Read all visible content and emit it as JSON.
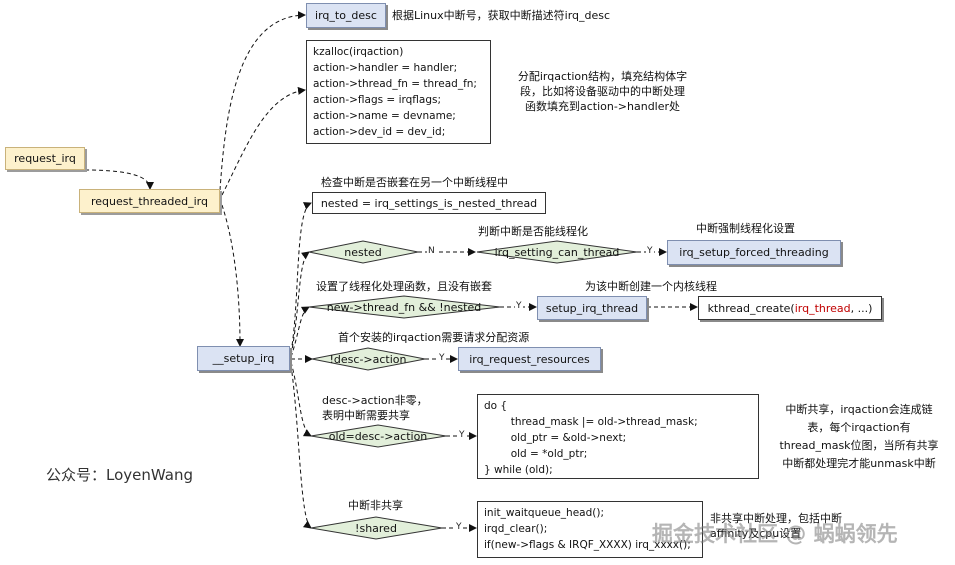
{
  "nodes": {
    "request_irq": "request_irq",
    "request_threaded_irq": "request_threaded_irq",
    "setup_irq": "__setup_irq",
    "irq_to_desc": "irq_to_desc",
    "nested_check": "nested = irq_settings_is_nested_thread",
    "irq_setup_forced_threading": "irq_setup_forced_threading",
    "setup_irq_thread": "setup_irq_thread",
    "kthread_create_prefix": "kthread_create(",
    "kthread_create_arg": "irq_thread",
    "kthread_create_suffix": ", ...)",
    "irq_request_resources": "irq_request_resources"
  },
  "decisions": {
    "nested": "nested",
    "can_thread": "irq_setting_can_thread",
    "thread_fn": "new->thread_fn && !nested",
    "desc_action": "!desc->action",
    "old_action": "old=desc->action",
    "shared": "!shared"
  },
  "edge_labels": {
    "no": "N",
    "yes": "Y"
  },
  "code": {
    "kzalloc": [
      "kzalloc(irqaction)",
      "action->handler = handler;",
      "action->thread_fn = thread_fn;",
      "action->flags = irqflags;",
      "action->name = devname;",
      "action->dev_id = dev_id;"
    ],
    "loop": [
      "do {",
      "        thread_mask |= old->thread_mask;",
      "        old_ptr = &old->next;",
      "        old = *old_ptr;",
      "} while (old);"
    ],
    "nonshared": [
      "init_waitqueue_head();",
      "irqd_clear();",
      "if(new->flags & IRQF_XXXX) irq_xxxx();"
    ]
  },
  "notes": {
    "irq_to_desc": "根据Linux中断号，获取中断描述符irq_desc",
    "kzalloc": [
      "分配irqaction结构，填充结构体字",
      "段，比如将设备驱动中的中断处理",
      "函数填充到action->handler处"
    ],
    "nested": "检查中断是否嵌套在另一个中断线程中",
    "can_thread": "判断中断是否能线程化",
    "forced": "中断强制线程化设置",
    "thread_fn": "设置了线程化处理函数，且没有嵌套",
    "kthread": "为该中断创建一个内核线程",
    "resources": "首个安装的irqaction需要请求分配资源",
    "shared_req": [
      "desc->action非零，",
      "表明中断需要共享"
    ],
    "shared_chain": [
      "中断共享，irqaction会连成链",
      "表，每个irqaction有",
      "thread_mask位图，当所有共享",
      "中断都处理完才能unmask中断"
    ],
    "nonshared_title": "中断非共享",
    "nonshared_desc": [
      "非共享中断处理，包括中断",
      "affinity及cpu设置"
    ]
  },
  "author": "公众号：LoyenWang",
  "watermark": "掘金技术社区 @ 蜗蜗领先"
}
